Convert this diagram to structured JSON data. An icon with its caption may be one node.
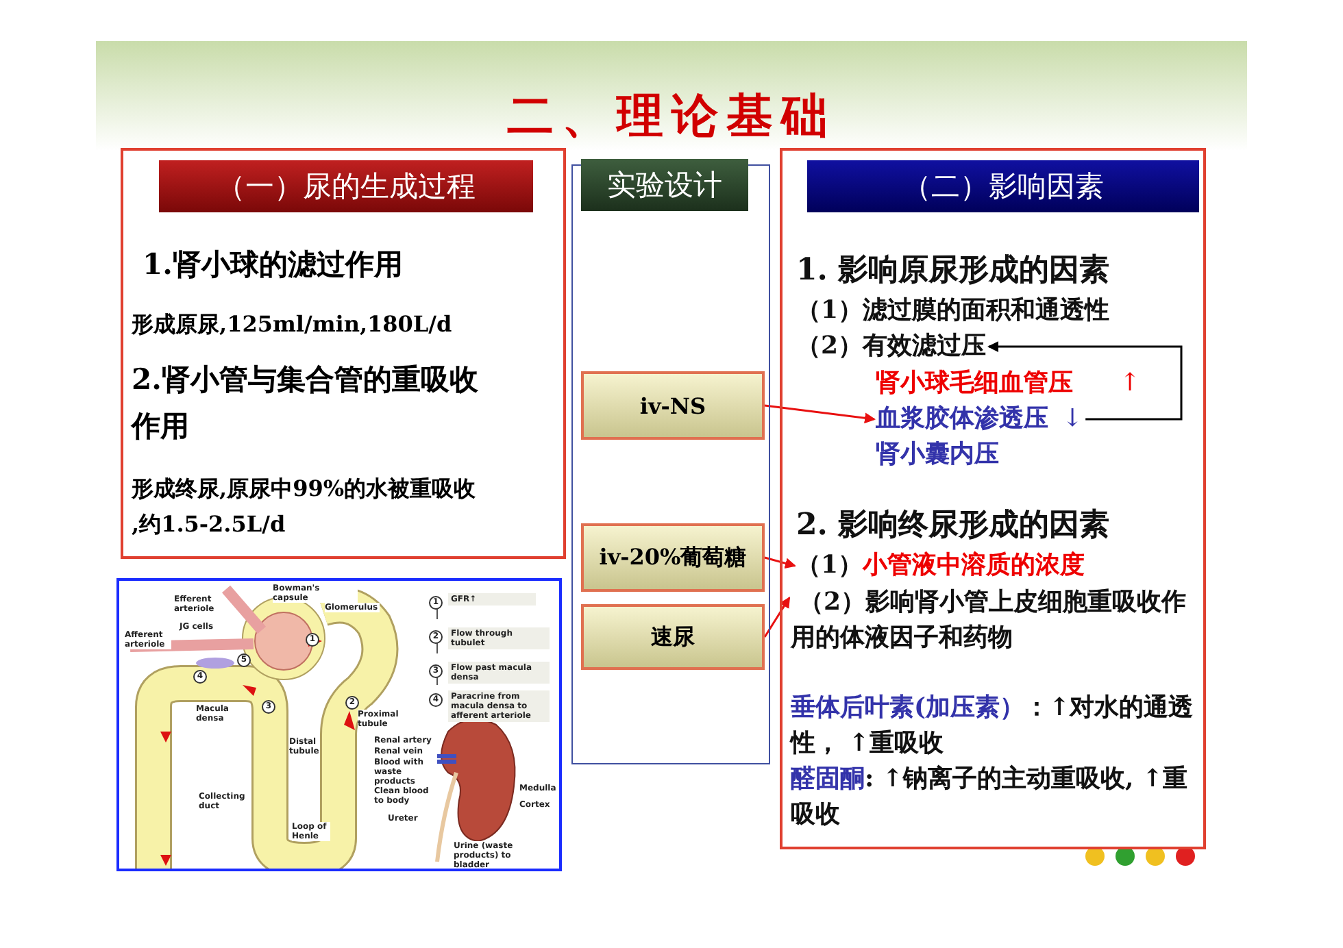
{
  "diagram": {
    "title": "二、理论基础",
    "nodes": [
      {
        "text": [
          "（一）尿的生成过程",
          "1.肾小球的滤过作用",
          "形成原尿,125ml/min,180L/d",
          "2.肾小管与集合管的重吸收作用",
          "形成终尿,原尿中99%的水被重吸收 ,约1.5-2.5L/d"
        ]
      },
      {
        "text": [
          "实验设计"
        ]
      },
      {
        "text": [
          "iv-NS"
        ],
        "in": 1
      },
      {
        "text": [
          "iv-20%葡萄糖"
        ],
        "in": 1
      },
      {
        "text": [
          "速尿"
        ],
        "in": 1
      },
      {
        "text": [
          "（二）影响因素"
        ]
      },
      {
        "text": [
          "1. 影响原尿形成的因素"
        ],
        "in": 5
      },
      {
        "text": [
          "（1）滤过膜的面积和通透性"
        ],
        "in": 5
      },
      {
        "text": [
          "（2）有效滤过压"
        ],
        "in": 5
      },
      {
        "text": [
          "肾小球毛细血管压"
        ],
        "beside": [
          "↑"
        ],
        "in": 5
      },
      {
        "text": [
          "血浆胶体渗透压"
        ],
        "beside": [
          "↓"
        ],
        "in": 5
      },
      {
        "text": [
          "肾小囊内压"
        ],
        "in": 5
      },
      {
        "text": [
          "2. 影响终尿形成的因素"
        ],
        "in": 5
      },
      {
        "text": [
          "（1）",
          "小管液中溶质的浓度"
        ],
        "in": 5
      },
      {
        "text": [
          "（2）影响肾小管上皮细胞重吸收作用的体液因子和药物"
        ],
        "in": 5
      },
      {
        "text": [
          "垂体后叶素(加压素）",
          "：↑对水的通透性， ↑重吸收"
        ],
        "in": 5
      },
      {
        "text": [
          "醛固酮",
          ": ↑钠离子的主动重吸收, ↑重吸收"
        ],
        "in": 5
      },
      {
        "text": [],
        "shape": "picture"
      }
    ],
    "edges": [
      {
        "from": 2,
        "to": 10,
        "arrow": "to"
      },
      {
        "from": 10,
        "to": 8,
        "arrow": "to",
        "color": "#000000"
      },
      {
        "from": 3,
        "to": 13,
        "arrow": "to"
      },
      {
        "from": 4,
        "to": 14,
        "arrow": "to"
      }
    ],
    "labels": [
      "Bowman's capsule",
      "Efferent arteriole",
      "Glomerulus",
      "JG cells",
      "Afferent arteriole",
      "Proximal tubule",
      "Macula densa",
      "Distal tubule",
      "Collecting duct",
      "Loop of Henle",
      "1",
      "5",
      "4",
      "3",
      "2",
      "1",
      "GFR↑",
      "2",
      "Flow through tubulet",
      "3",
      "Flow past macula densa",
      "4",
      "Paracrine from macula densa to afferent arteriole",
      "Renal artery",
      "Renal vein",
      "Blood with waste products",
      "Clean blood to body",
      "Ureter",
      "Medulla",
      "Cortex",
      "Urine (waste products) to bladder"
    ]
  }
}
